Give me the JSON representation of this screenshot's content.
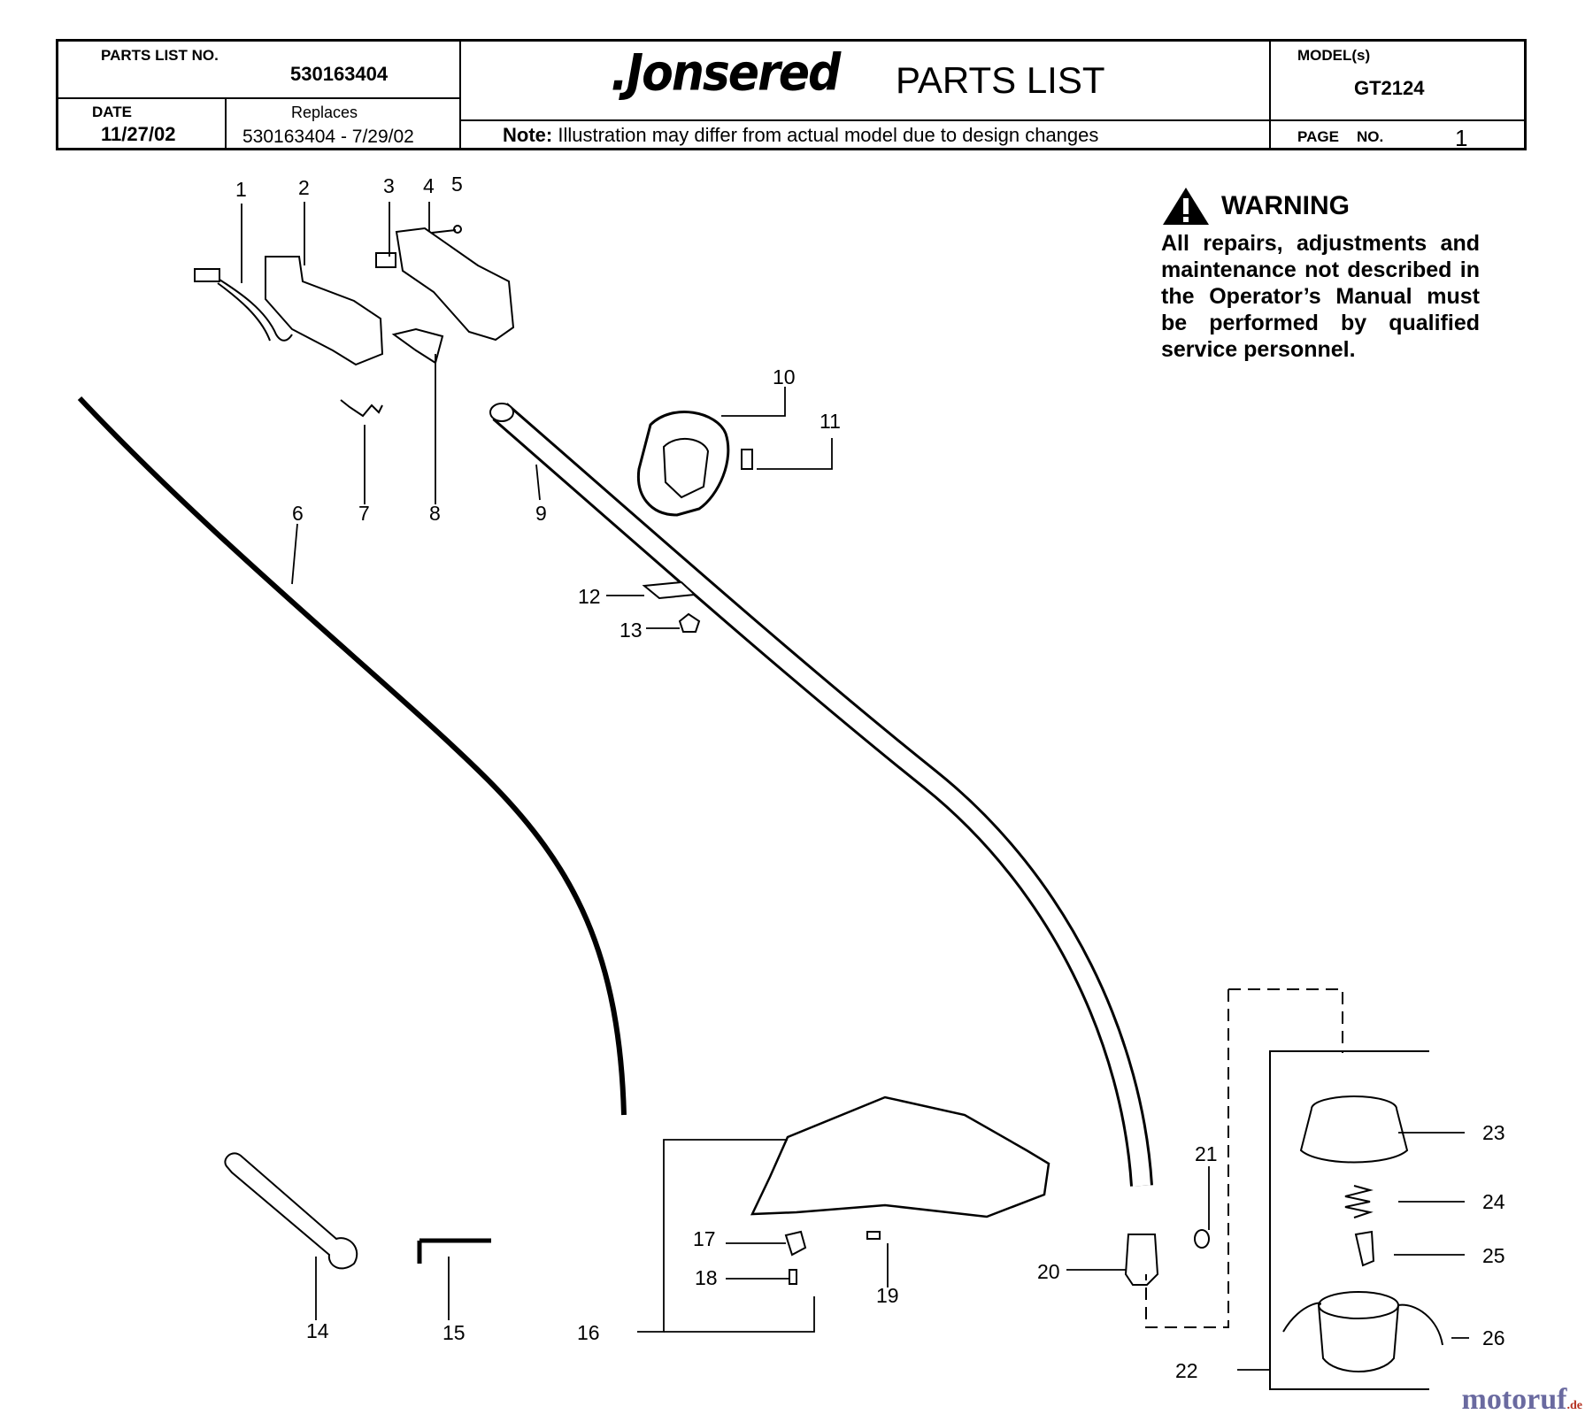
{
  "header": {
    "parts_list_no_label": "PARTS LIST NO.",
    "parts_list_no": "530163404",
    "date_label": "DATE",
    "date": "11/27/02",
    "replaces_label": "Replaces",
    "replaces": "530163404 - 7/29/02",
    "brand": ".Jonsered",
    "title": "PARTS LIST",
    "note_bold": "Note:",
    "note": "Illustration may differ from actual model due to design changes",
    "models_label": "MODEL(s)",
    "model": "GT2124",
    "page_label": "PAGE",
    "no_label": "NO.",
    "page_no": "1"
  },
  "warning": {
    "title": "WARNING",
    "text": "All repairs, adjustments and maintenance not described in the Operator’s Manual must be performed by qualified service personnel."
  },
  "callouts": [
    "1",
    "2",
    "3",
    "4",
    "5",
    "6",
    "7",
    "8",
    "9",
    "10",
    "11",
    "12",
    "13",
    "14",
    "15",
    "16",
    "17",
    "18",
    "19",
    "20",
    "21",
    "22",
    "23",
    "24",
    "25",
    "26"
  ],
  "watermark": {
    "main": "motoruf",
    "suffix": ".de"
  }
}
